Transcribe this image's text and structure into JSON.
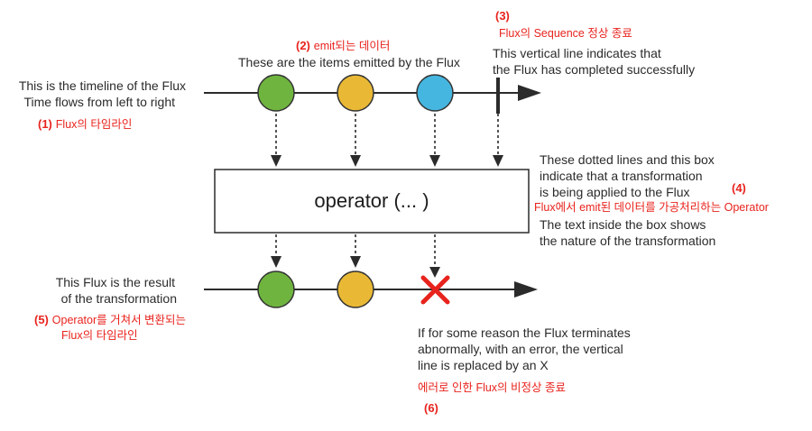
{
  "top_timeline": {
    "caption_line1": "This is the timeline of the Flux",
    "caption_line2": "Time flows from left to right",
    "note_number": "(1)",
    "note": "Flux의 타임라인",
    "items": [
      {
        "color": "#6fb43f",
        "name": "green"
      },
      {
        "color": "#e9b936",
        "name": "yellow"
      },
      {
        "color": "#45b6df",
        "name": "blue"
      }
    ]
  },
  "items_note": {
    "number": "(2)",
    "note": "emit되는 데이터",
    "caption": "These are the items emitted by the Flux"
  },
  "completion_note": {
    "number": "(3)",
    "note": "Flux의 Sequence 정상 종료",
    "caption_line1": "This vertical line indicates that",
    "caption_line2": "the Flux has completed successfully"
  },
  "operator_box": {
    "label": "operator (... )"
  },
  "operator_note": {
    "caption_line1": "These dotted lines and this box",
    "caption_line2": "indicate that a transformation",
    "caption_line3": "is being applied to the Flux",
    "number": "(4)",
    "note": "Flux에서 emit된 데이터를 가공처리하는 Operator",
    "caption_line4": "The text inside the box shows",
    "caption_line5": "the nature of the transformation"
  },
  "bottom_timeline": {
    "caption_line1": "This Flux is the result",
    "caption_line2": "of the transformation",
    "number": "(5)",
    "note_line1": "Operator를 거쳐서 변환되는",
    "note_line2": "Flux의 타임라인",
    "items": [
      {
        "color": "#6fb43f",
        "name": "green"
      },
      {
        "color": "#e9b936",
        "name": "yellow"
      }
    ],
    "error_color": "#e8231d"
  },
  "error_note": {
    "caption_line1": "If for some reason the Flux terminates",
    "caption_line2": "abnormally, with an error, the vertical",
    "caption_line3": "line is replaced by an X",
    "note": "에러로 인한 Flux의 비정상 종료",
    "number": "(6)"
  }
}
